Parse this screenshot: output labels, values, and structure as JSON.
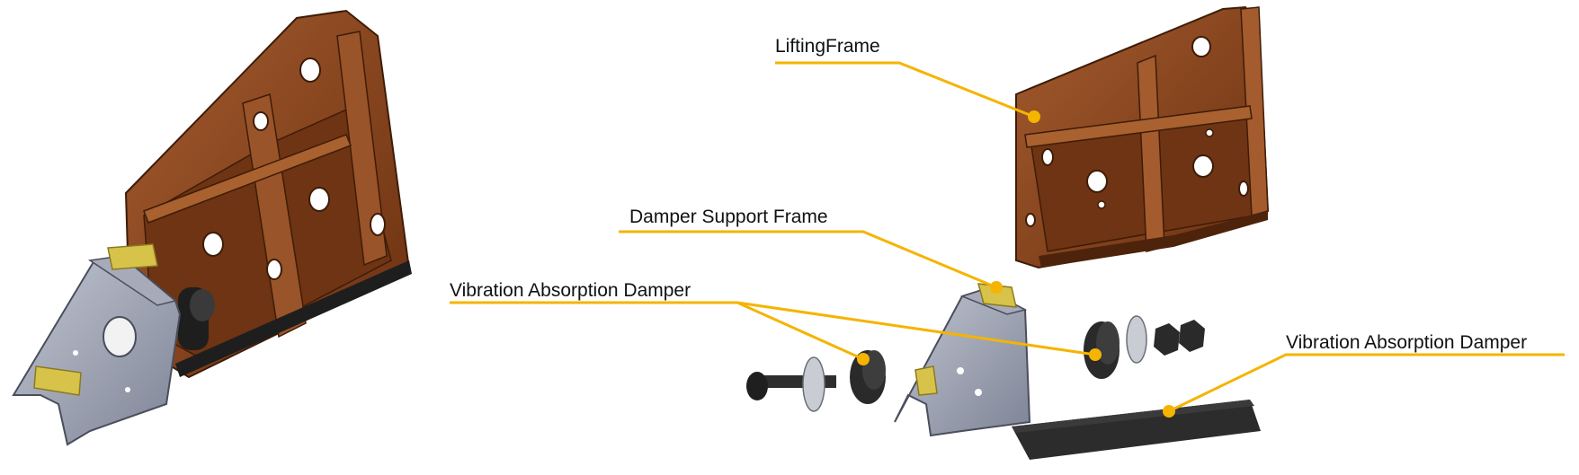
{
  "callouts": {
    "lifting_frame": "LiftingFrame",
    "damper_support_frame": "Damper Support Frame",
    "vibration_damper_left": "Vibration Absorption Damper",
    "vibration_damper_right": "Vibration Absorption Damper"
  },
  "colors": {
    "callout_line": "#F5B400",
    "frame_brown": "#7A3A15",
    "frame_brown_dark": "#4E230B",
    "frame_brown_light": "#9A5429",
    "plate_grey": "#8E93A4",
    "plate_grey_light": "#B4B8C6",
    "pad_yellow": "#D8C34A",
    "rubber_black": "#2A2A2A",
    "washer_grey": "#C9CDD3"
  },
  "icons": {
    "assembled_view": "assembled-bracket-illustration",
    "exploded_view": "exploded-bracket-illustration"
  }
}
